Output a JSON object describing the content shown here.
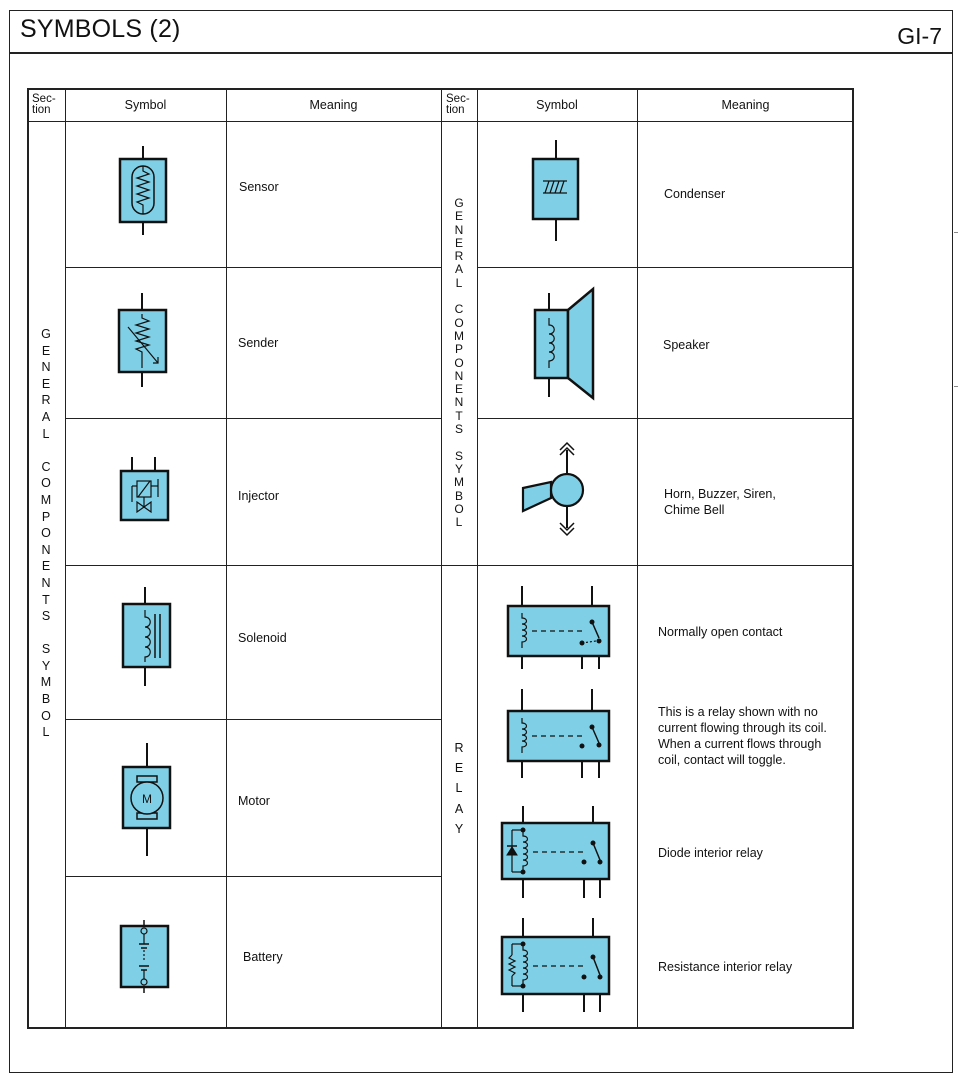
{
  "page": {
    "title": "SYMBOLS (2)",
    "code": "GI-7"
  },
  "table": {
    "headers": {
      "section": "Sec-\ntion",
      "symbol": "Symbol",
      "meaning": "Meaning"
    },
    "left_section": "G\nE\nN\nE\nR\nA\nL\n \nC\nO\nM\nP\nO\nN\nE\nN\nT\nS\n \nS\nY\nM\nB\nO\nL",
    "right_section_general": "G\nE\nN\nE\nR\nA\nL\n \nC\nO\nM\nP\nO\nN\nE\nN\nT\nS\n \nS\nY\nM\nB\nO\nL",
    "right_section_relay": "R\nE\nL\nA\nY",
    "left_rows": [
      {
        "icon": "sensor-icon",
        "meaning": "Sensor"
      },
      {
        "icon": "sender-icon",
        "meaning": "Sender"
      },
      {
        "icon": "injector-icon",
        "meaning": "Injector"
      },
      {
        "icon": "solenoid-icon",
        "meaning": "Solenoid"
      },
      {
        "icon": "motor-icon",
        "meaning": "Motor",
        "symbol_label": "M"
      },
      {
        "icon": "battery-icon",
        "meaning": "Battery"
      }
    ],
    "right_rows": [
      {
        "icon": "condenser-icon",
        "meaning": "Condenser"
      },
      {
        "icon": "speaker-icon",
        "meaning": "Speaker"
      },
      {
        "icon": "horn-icon",
        "meaning": "Horn, Buzzer, Siren,\nChime Bell"
      },
      {
        "icon": "relay-no-icon",
        "meaning": "Normally open contact"
      },
      {
        "icon": "relay-toggle-icon",
        "meaning": "This is a relay shown with no\ncurrent flowing through its coil.\nWhen a current flows through\ncoil, contact will toggle."
      },
      {
        "icon": "diode-relay-icon",
        "meaning": "Diode interior relay"
      },
      {
        "icon": "resistance-relay-icon",
        "meaning": "Resistance interior relay"
      }
    ]
  },
  "colors": {
    "symbol_fill": "#7fd0e6",
    "line": "#111111"
  }
}
